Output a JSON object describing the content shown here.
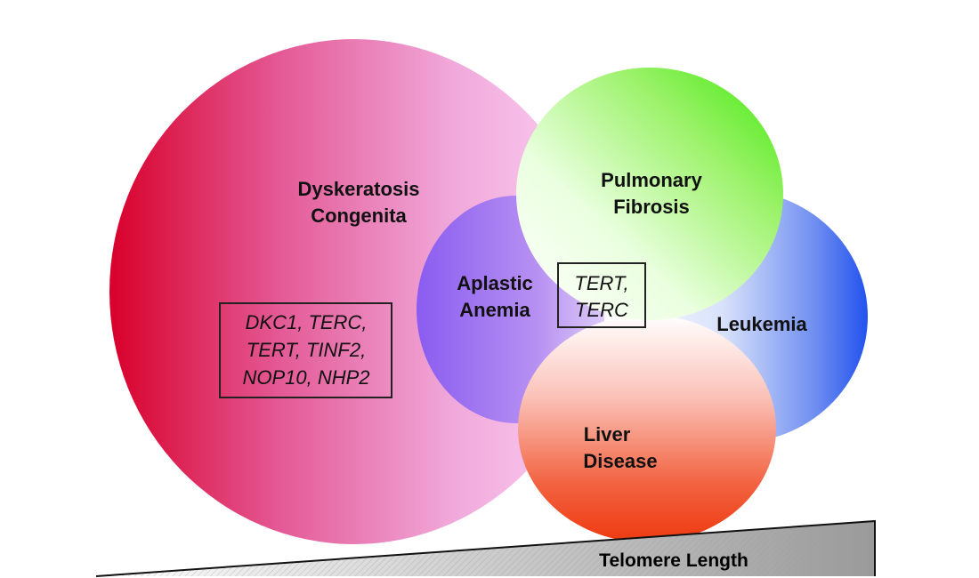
{
  "circles": {
    "dyskeratosis": {
      "line1": "Dyskeratosis",
      "line2": "Congenita",
      "color": "#d8002a"
    },
    "aplastic": {
      "line1": "Aplastic",
      "line2": "Anemia",
      "color": "#8855ee"
    },
    "pulmonary": {
      "line1": "Pulmonary",
      "line2": "Fibrosis",
      "color": "#44ee11"
    },
    "leukemia": {
      "line1": "Leukemia",
      "color": "#2255ee"
    },
    "liver": {
      "line1": "Liver",
      "line2": "Disease",
      "color": "#ee3311"
    }
  },
  "genes_dc": {
    "line1": "DKC1, TERC,",
    "line2": "TERT, TINF2,",
    "line3": "NOP10, NHP2"
  },
  "genes_shared": {
    "line1": "TERT,",
    "line2": "TERC"
  },
  "telomere": {
    "label": "Telomere Length"
  }
}
